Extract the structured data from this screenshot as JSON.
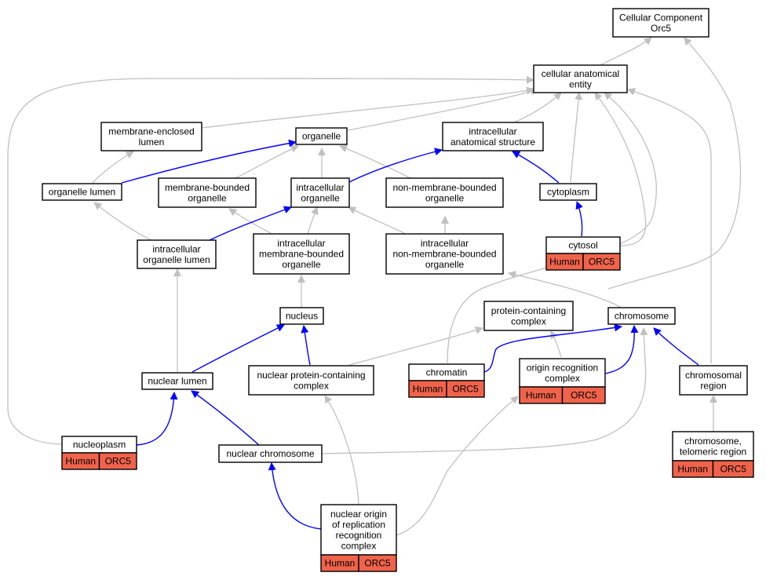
{
  "colors": {
    "is_a_edge": "#c0c0c0",
    "part_of_edge": "#0000ff",
    "annotation_fill": "#f0634b",
    "node_fill": "#ffffff"
  },
  "nodes": {
    "root": {
      "lines": [
        "Cellular Component",
        "Orc5"
      ]
    },
    "cellular_anatomical_entity": {
      "lines": [
        "cellular anatomical",
        "entity"
      ]
    },
    "membrane_enclosed_lumen": {
      "lines": [
        "membrane-enclosed",
        "lumen"
      ]
    },
    "organelle": {
      "lines": [
        "organelle"
      ]
    },
    "intracellular_anatomical_structure": {
      "lines": [
        "intracellular",
        "anatomical structure"
      ]
    },
    "organelle_lumen": {
      "lines": [
        "organelle lumen"
      ]
    },
    "membrane_bounded_organelle": {
      "lines": [
        "membrane-bounded",
        "organelle"
      ]
    },
    "intracellular_organelle": {
      "lines": [
        "intracellular",
        "organelle"
      ]
    },
    "non_membrane_bounded_organelle": {
      "lines": [
        "non-membrane-bounded",
        "organelle"
      ]
    },
    "cytoplasm": {
      "lines": [
        "cytoplasm"
      ]
    },
    "cytosol": {
      "lines": [
        "cytosol"
      ],
      "annotation": [
        "Human",
        "ORC5"
      ]
    },
    "intracellular_organelle_lumen": {
      "lines": [
        "intracellular",
        "organelle lumen"
      ]
    },
    "intracellular_membrane_bounded_organelle": {
      "lines": [
        "intracellular",
        "membrane-bounded",
        "organelle"
      ]
    },
    "intracellular_non_membrane_bounded_organelle": {
      "lines": [
        "intracellular",
        "non-membrane-bounded",
        "organelle"
      ]
    },
    "nucleus": {
      "lines": [
        "nucleus"
      ]
    },
    "protein_containing_complex": {
      "lines": [
        "protein-containing",
        "complex"
      ]
    },
    "chromosome": {
      "lines": [
        "chromosome"
      ]
    },
    "nuclear_lumen": {
      "lines": [
        "nuclear lumen"
      ]
    },
    "nuclear_protein_containing_complex": {
      "lines": [
        "nuclear protein-containing",
        "complex"
      ]
    },
    "chromatin": {
      "lines": [
        "chromatin"
      ],
      "annotation": [
        "Human",
        "ORC5"
      ]
    },
    "origin_recognition_complex": {
      "lines": [
        "origin recognition",
        "complex"
      ],
      "annotation": [
        "Human",
        "ORC5"
      ]
    },
    "chromosomal_region": {
      "lines": [
        "chromosomal",
        "region"
      ]
    },
    "nucleoplasm": {
      "lines": [
        "nucleoplasm"
      ],
      "annotation": [
        "Human",
        "ORC5"
      ]
    },
    "nuclear_chromosome": {
      "lines": [
        "nuclear chromosome"
      ]
    },
    "chromosome_telomeric_region": {
      "lines": [
        "chromosome,",
        "telomeric region"
      ],
      "annotation": [
        "Human",
        "ORC5"
      ]
    },
    "nuclear_origin_of_replication_recognition_complex": {
      "lines": [
        "nuclear origin",
        "of replication",
        "recognition",
        "complex"
      ],
      "annotation": [
        "Human",
        "ORC5"
      ]
    }
  }
}
